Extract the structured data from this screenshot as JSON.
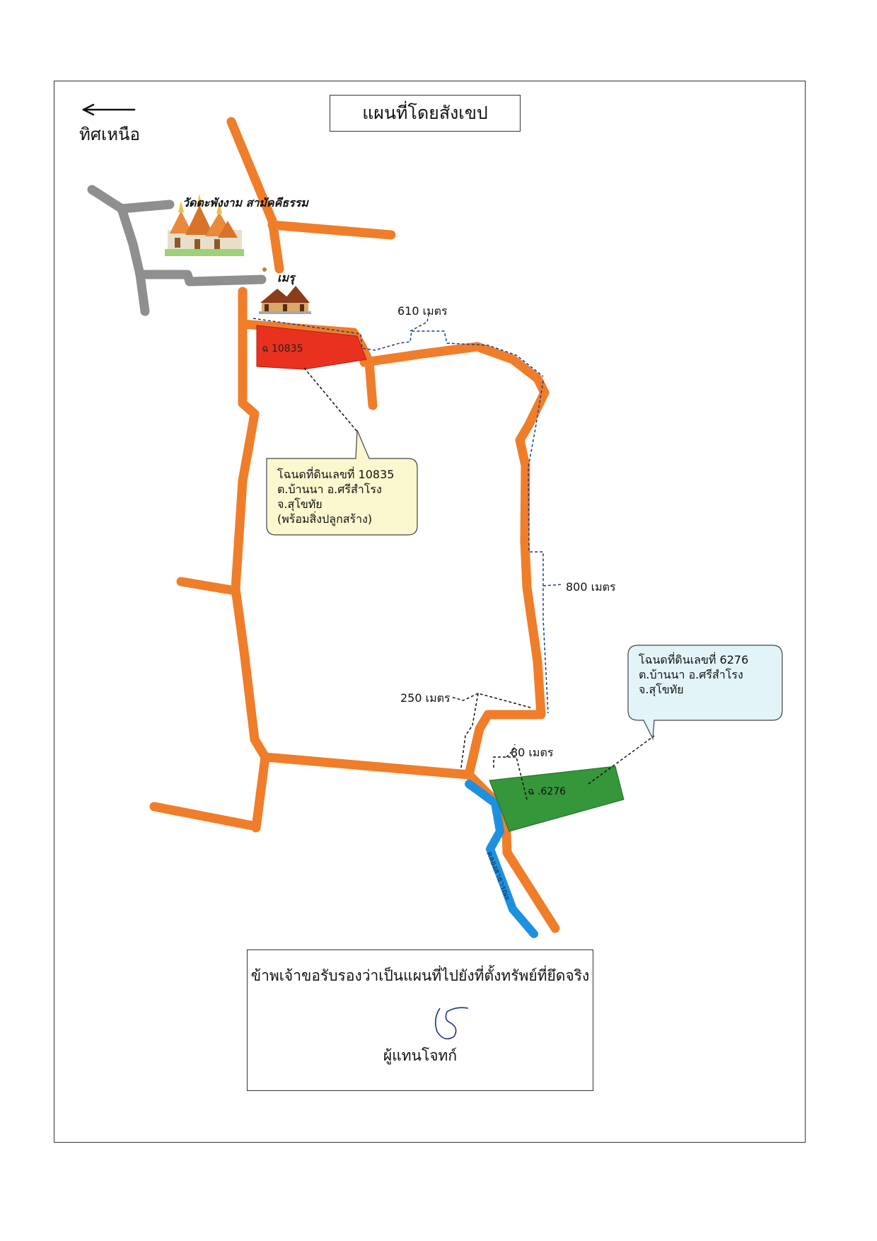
{
  "title": "แผนที่โดยสังเขป",
  "north": {
    "label": "ทิศเหนือ",
    "arrow_icon": "left-arrow-icon"
  },
  "landmarks": {
    "temple": {
      "label": "วัดตะพังงาม สามัคคีธรรม",
      "icon": "temple-icon"
    },
    "meru": {
      "label": "เมรุ",
      "icon": "pavilion-icon"
    }
  },
  "plots": [
    {
      "label": "ฉ 10835",
      "color": "#e8321f"
    },
    {
      "label": "ฉ .6276",
      "color": "#35963a"
    }
  ],
  "distances": [
    "610 เมตร",
    "800 เมตร",
    "250 เมตร",
    "80 เมตร"
  ],
  "callouts": {
    "plot_10835": {
      "lines": [
        "โฉนดที่ดินเลขที่ 10835",
        "ต.บ้านนา อ.ศรีสำโรง",
        "จ.สุโขทัย",
        "(พร้อมสิ่งปลูกสร้าง)"
      ],
      "fill": "#fbf7cf"
    },
    "plot_6276": {
      "lines": [
        "โฉนดที่ดินเลขที่ 6276",
        "ต.บ้านนา อ.ศรีสำโรง",
        "จ.สุโขทัย"
      ],
      "fill": "#e3f4f9"
    }
  },
  "canal": {
    "label": "คลองสาธารณะ",
    "color": "#1e90e0"
  },
  "road_colors": {
    "main": "#f07d2a",
    "secondary": "#8f8f8f"
  },
  "certification": {
    "statement": "ข้าพเจ้าขอรับรองว่าเป็นแผนที่ไปยังที่ตั้งทรัพย์ที่ยึดจริง",
    "role": "ผู้แทนโจทก์",
    "signature": "handwritten signature"
  }
}
